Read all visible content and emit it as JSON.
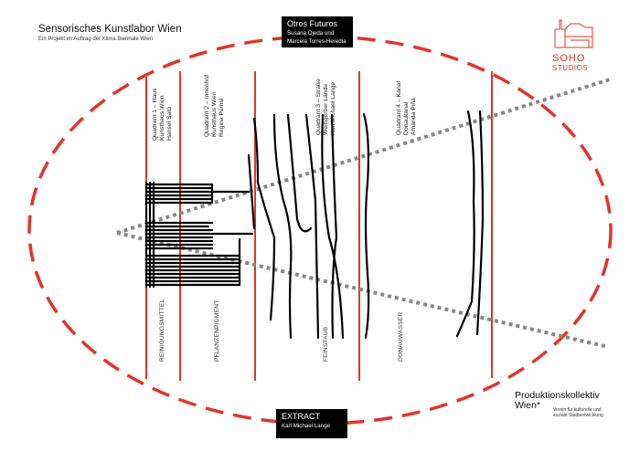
{
  "header": {
    "title": "Sensorisches Kunstlabor Wien",
    "subtitle": "Ein Projekt im Auftrag der Klima Biennale Wien"
  },
  "top_box": {
    "title": "Otros Futuros",
    "line1": "Susana Ojeda und",
    "line2": "Marcela Torres-Heredia"
  },
  "bottom_box": {
    "title": "EXTRACT",
    "line1": "Karl Michael Lange"
  },
  "logo": {
    "line1": "SOHO",
    "line2": "STUDIOS"
  },
  "quadrants": [
    {
      "l1": "Quadrant 1 – Haus",
      "l2": "Kunsthaus Wien",
      "l3": "Hansel Sato"
    },
    {
      "l1": "Quadrant 2 – Innenhof",
      "l2": "Kunsthaus Wien",
      "l3": "Regina Pemsl"
    },
    {
      "l1": "Quadrant 3 – Straße",
      "l2": "Weißgerber Lände",
      "l3": "Karl Michael Lange"
    },
    {
      "l1": "Quadrant 4 – Kanal",
      "l2": "Donaukanal",
      "l3": "Amanda Piña"
    }
  ],
  "materials": [
    "REINIGUNGSMITTEL",
    "PFLANZENPIGMENT",
    "FEINSTAUB",
    "DONAUWASSER"
  ],
  "footer": {
    "org_line1": "Produktionskollektiv",
    "org_line2": "Wien*",
    "org_desc1": "Verein für kulturelle und",
    "org_desc2": "soziale Stadtentwicklung"
  },
  "colors": {
    "accent": "#e6332a",
    "dots": "#888888"
  }
}
